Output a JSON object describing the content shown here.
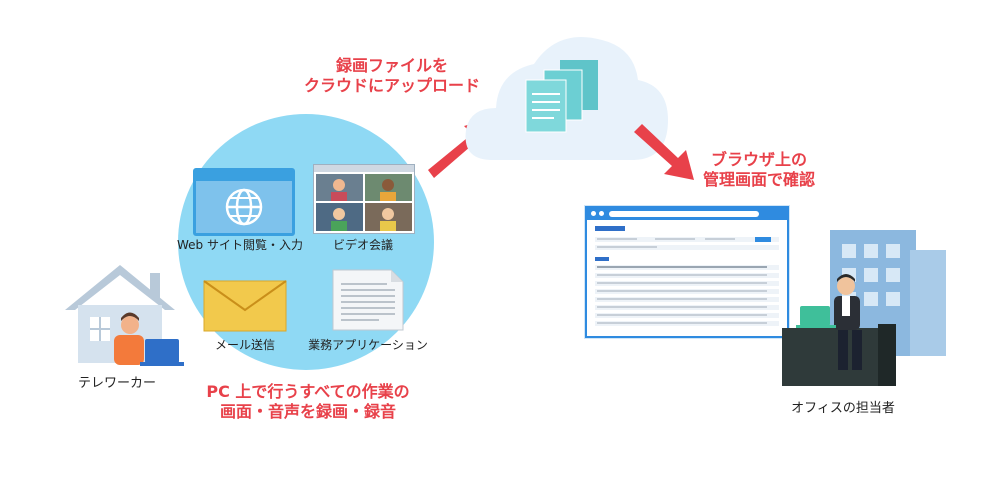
{
  "labels": {
    "upload": "録画ファイルを\nクラウドにアップロード",
    "browser_manage": "ブラウザ上の\n管理画面で確認",
    "web_browse": "Web サイト閲覧・入力",
    "video_meeting": "ビデオ会議",
    "mail_send": "メール送信",
    "business_app": "業務アプリケーション",
    "teleworker": "テレワーカー",
    "pc_record": "PC 上で行うすべての作業の\n画面・音声を録画・録音",
    "office_person": "オフィスの担当者"
  },
  "colors": {
    "accent_red": "#e8414a",
    "circle_blue": "#8fd9f4",
    "window_blue": "#3aa0e0",
    "cloud_blue": "#e8f2fb",
    "building_blue": "#8cb8df",
    "house_gray": "#b8c9d9"
  }
}
